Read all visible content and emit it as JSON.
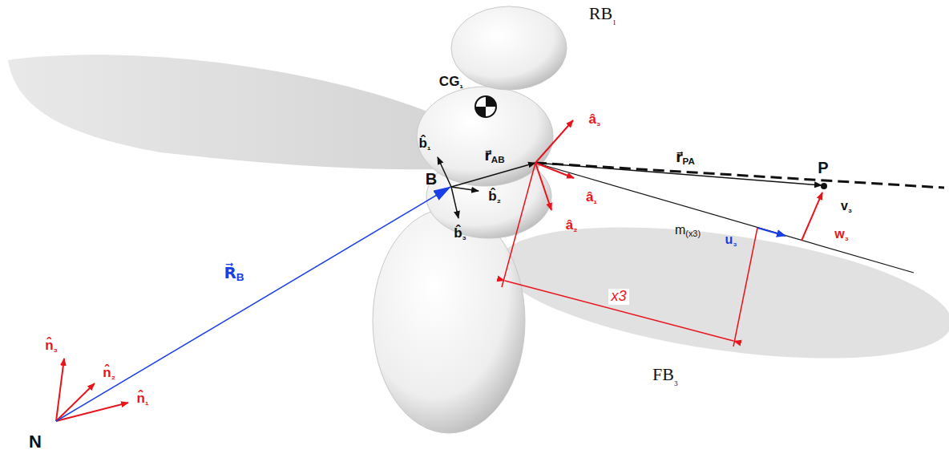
{
  "diagram": {
    "labels": [
      "RB₁",
      "CG₁",
      "b̂₁",
      "B",
      "r⃗AB",
      "b̂₂",
      "b̂₃",
      "â₃",
      "r⃗PA",
      "P",
      "â₁",
      "â₂",
      "v₃",
      "m(x3)",
      "u₃",
      "w₃",
      "x3",
      "FB₃",
      "R⃗B",
      "n̂₃",
      "n̂₂",
      "n̂₁",
      "N"
    ]
  }
}
